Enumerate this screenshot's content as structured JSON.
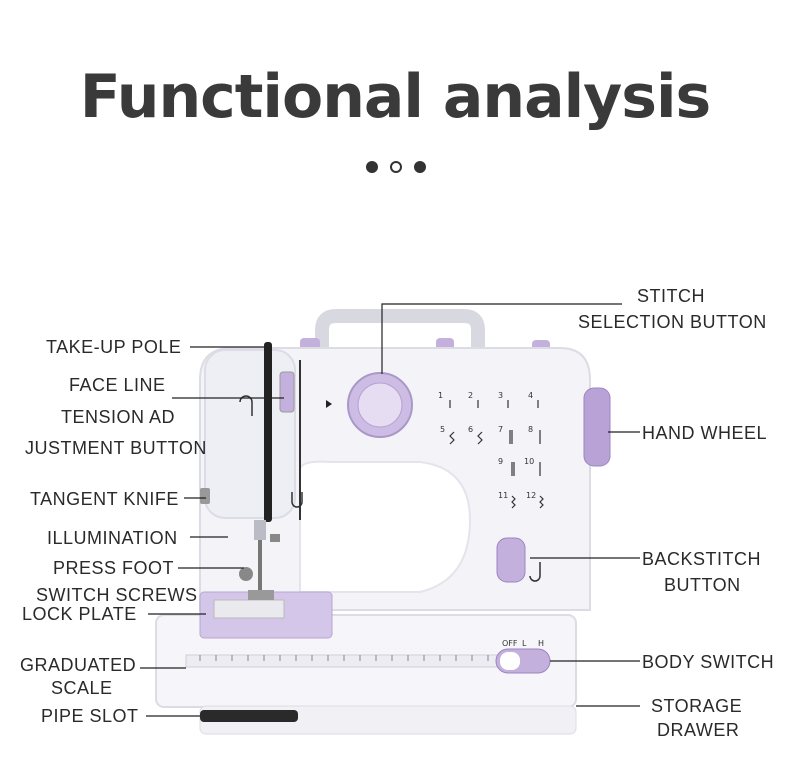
{
  "title": "Functional analysis",
  "labels": {
    "take_up_pole": "TAKE-UP POLE",
    "face_line": "FACE LINE",
    "tension_ad": "TENSION AD",
    "justment_button": "JUSTMENT BUTTON",
    "tangent_knife": "TANGENT KNIFE",
    "illumination": "ILLUMINATION",
    "press_foot": "PRESS FOOT",
    "switch_screws": "SWITCH SCREWS",
    "lock_plate": "LOCK PLATE",
    "graduated": "GRADUATED",
    "scale": "SCALE",
    "pipe_slot": "PIPE SLOT",
    "stitch": "STITCH",
    "selection_button": "SELECTION BUTTON",
    "hand_wheel": "HAND WHEEL",
    "backstitch": "BACKSTITCH",
    "button": "BUTTON",
    "body_switch": "BODY SWITCH",
    "storage": "STORAGE",
    "drawer": "DRAWER"
  },
  "switch_labels": {
    "off": "OFF",
    "l": "L",
    "h": "H"
  },
  "stitch_numbers": [
    "1",
    "2",
    "3",
    "4",
    "5",
    "6",
    "7",
    "8",
    "9",
    "10",
    "11",
    "12"
  ],
  "colors": {
    "accent": "#b9a3d6",
    "accent_dark": "#9c84c2",
    "body": "#f4f4f8",
    "line": "#222222"
  }
}
